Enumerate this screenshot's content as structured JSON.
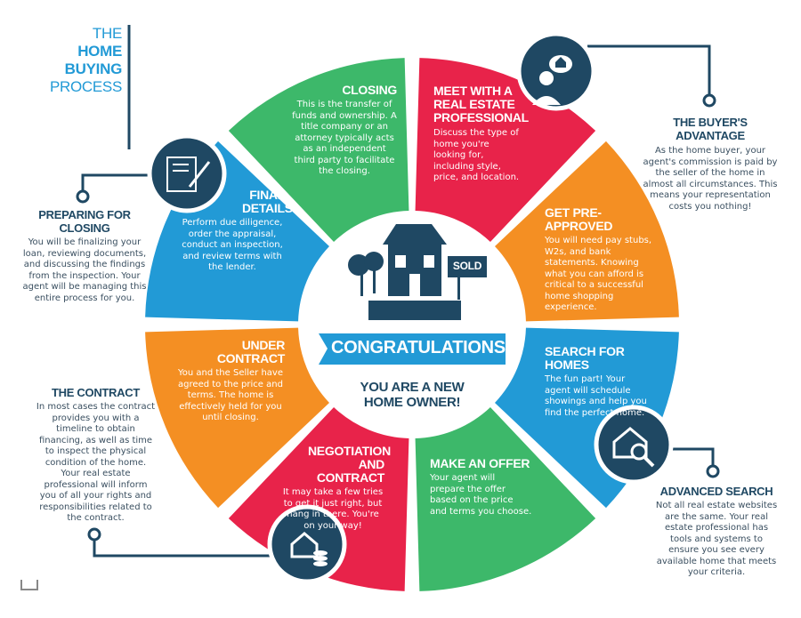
{
  "title": {
    "line1": "THE",
    "line2": "HOME BUYING",
    "line3": "PROCESS"
  },
  "colors": {
    "red": "#e8234a",
    "orange": "#f48f23",
    "blue": "#229ad6",
    "green": "#3db86a",
    "navy": "#1f4863",
    "title_blue": "#229ad6"
  },
  "steps": [
    {
      "title": "MEET WITH A REAL ESTATE PROFESSIONAL",
      "text": "Discuss the type of home you're looking for, including style, price, and location.",
      "color": "#e8234a"
    },
    {
      "title": "GET PRE-APPROVED",
      "text": "You will need pay stubs, W2s, and bank statements. Knowing what you can afford is critical to a successful home shopping experience.",
      "color": "#f48f23"
    },
    {
      "title": "SEARCH FOR HOMES",
      "text": "The fun part! Your agent will schedule showings and help you find the perfect home.",
      "color": "#229ad6"
    },
    {
      "title": "MAKE AN OFFER",
      "text": "Your agent will prepare the offer based on the price and terms you choose.",
      "color": "#3db86a"
    },
    {
      "title": "NEGOTIATION AND CONTRACT",
      "text": "It may take a few tries to get it just right, but hang in there. You're on your way!",
      "color": "#e8234a"
    },
    {
      "title": "UNDER CONTRACT",
      "text": "You and the Seller have agreed to the price and terms. The home is effectively held for you until closing.",
      "color": "#f48f23"
    },
    {
      "title": "FINAL DETAILS",
      "text": "Perform due diligence, order the appraisal, conduct an inspection, and review terms with the lender.",
      "color": "#229ad6"
    },
    {
      "title": "CLOSING",
      "text": "This is the transfer of funds and ownership. A title company or an attorney typically acts as an independent third party to facilitate the closing.",
      "color": "#3db86a"
    }
  ],
  "center": {
    "banner": "CONGRATULATIONS!",
    "subtitle": "YOU ARE A NEW HOME OWNER!",
    "sign": "SOLD"
  },
  "side": {
    "buyers_advantage": {
      "title": "THE BUYER'S ADVANTAGE",
      "text": "As the home buyer, your agent's commission is paid by the seller of the home in almost all circumstances. This means your representation costs you nothing!"
    },
    "preparing": {
      "title": "PREPARING FOR CLOSING",
      "text": "You will be finalizing your loan, reviewing documents, and discussing the findings from the inspection. Your agent will be managing this entire process for you."
    },
    "contract": {
      "title": "THE CONTRACT",
      "text": "In most cases the contract provides you with a timeline to obtain financing, as well as time to inspect the physical condition of the home. Your real estate professional will inform you of all your rights and responsibilities related to the contract."
    },
    "advanced": {
      "title": "ADVANCED SEARCH",
      "text": "Not all real estate websites are the same. Your real estate professional has tools and systems to ensure you see every available home that meets your criteria."
    }
  }
}
